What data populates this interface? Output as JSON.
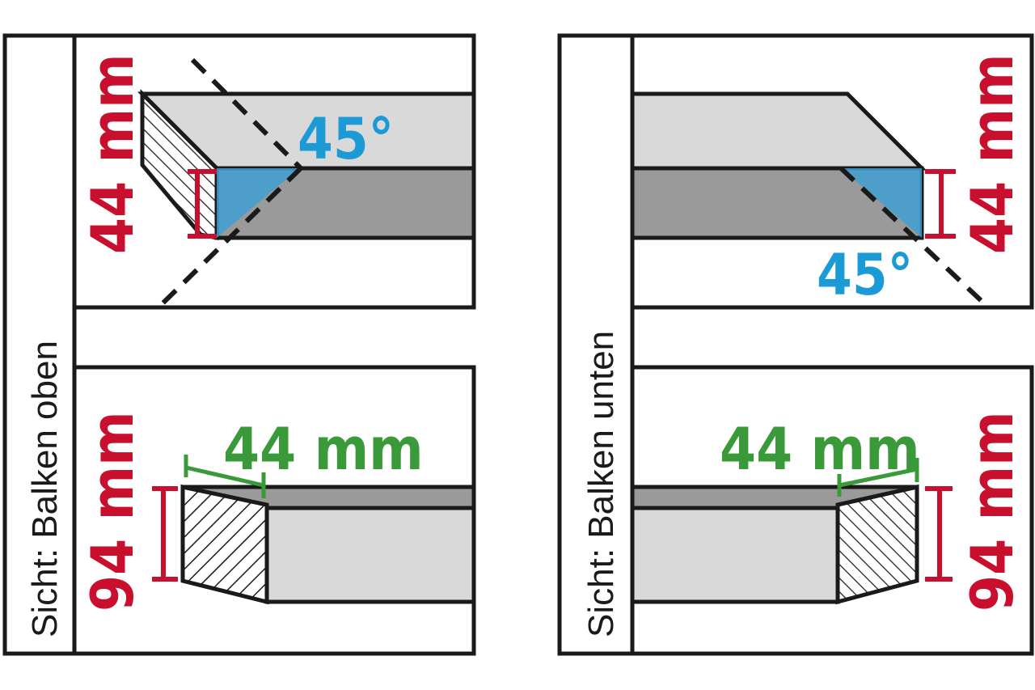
{
  "left_panel": {
    "side_label": "Sicht: Balken oben",
    "top_view": {
      "angle_label": "45°",
      "dimension_label": "44 mm"
    },
    "bottom_view": {
      "width_label": "44 mm",
      "height_label": "94 mm"
    }
  },
  "right_panel": {
    "side_label": "Sicht: Balken unten",
    "top_view": {
      "angle_label": "45°",
      "dimension_label": "44 mm"
    },
    "bottom_view": {
      "width_label": "44 mm",
      "height_label": "94 mm"
    }
  },
  "colors": {
    "outline": "#1a1a1a",
    "beam_light": "#d9d9d9",
    "beam_dark": "#9a9a9a",
    "angle_fill": "#3f9fd0",
    "red": "#c8102e",
    "blue": "#1b9ad6",
    "green": "#3a9a3a"
  }
}
